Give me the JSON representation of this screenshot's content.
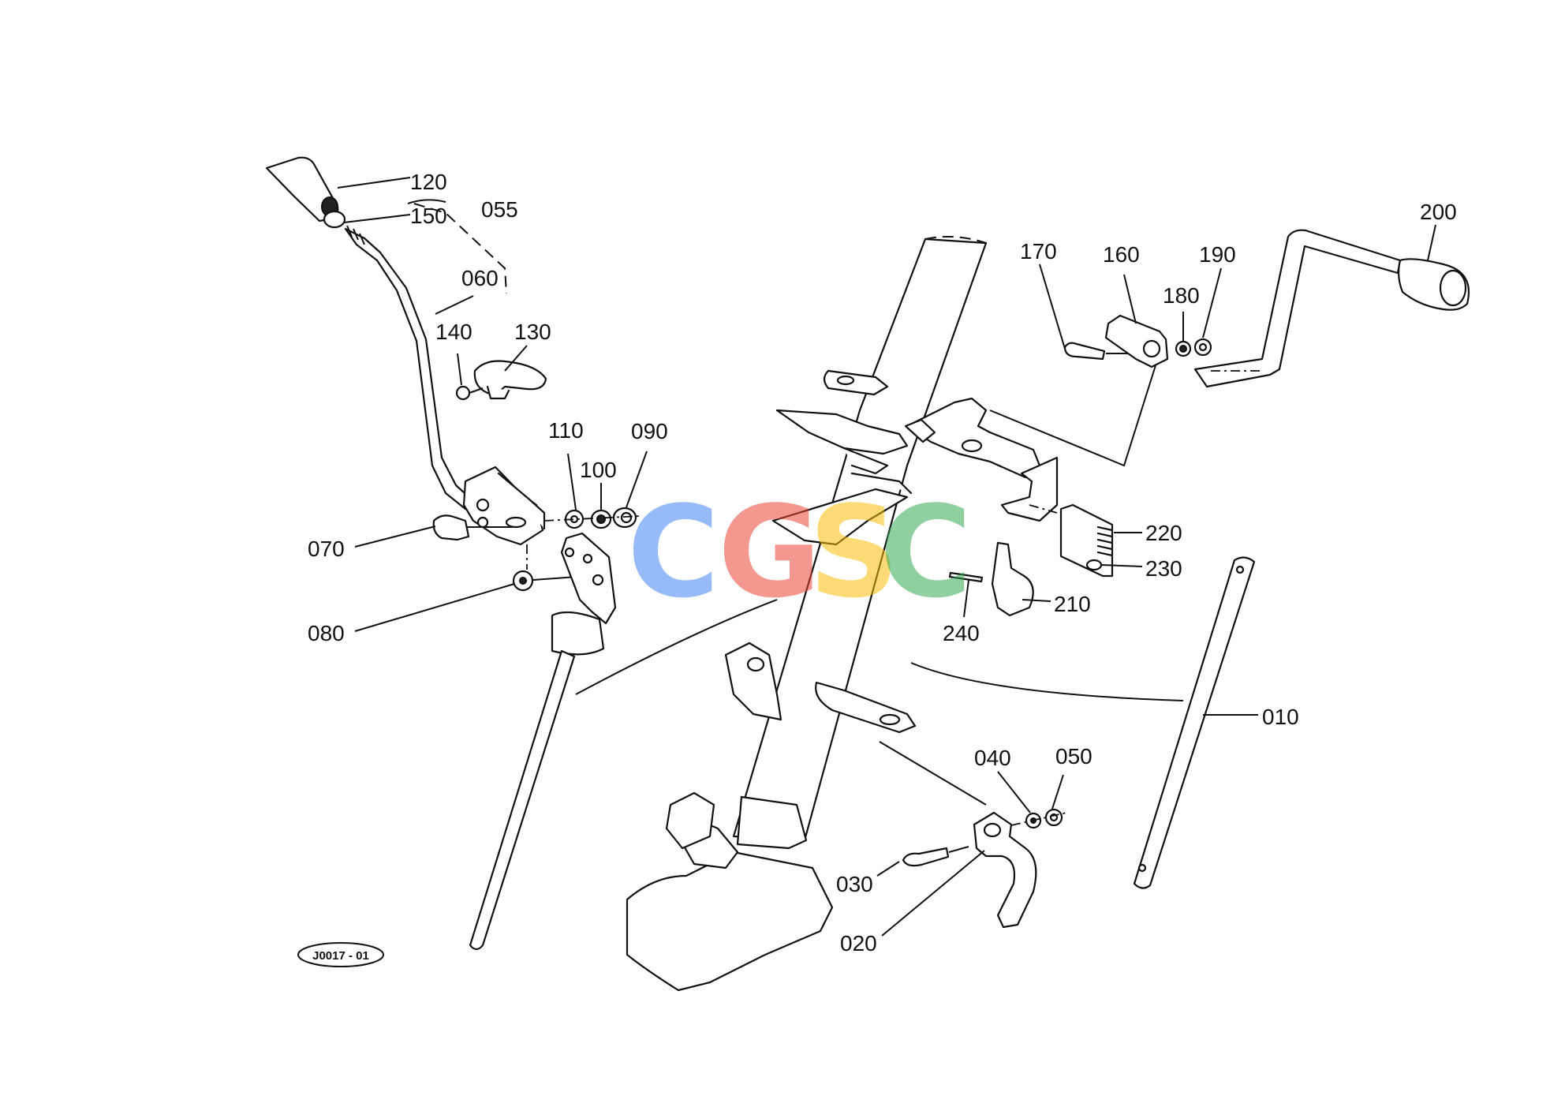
{
  "diagram_code": "J0017 - 01",
  "watermark": {
    "letters": [
      "C",
      "G",
      "S",
      "C"
    ],
    "colors": [
      "#4285F4",
      "#EA4335",
      "#FBBC05",
      "#34A853"
    ]
  },
  "part_labels": {
    "p120": "120",
    "p150": "150",
    "p055": "055",
    "p060": "060",
    "p140": "140",
    "p130": "130",
    "p110": "110",
    "p100": "100",
    "p090": "090",
    "p070": "070",
    "p080": "080",
    "p170": "170",
    "p160": "160",
    "p190": "190",
    "p180": "180",
    "p200": "200",
    "p220": "220",
    "p230": "230",
    "p210": "210",
    "p240": "240",
    "p010": "010",
    "p040": "040",
    "p050": "050",
    "p030": "030",
    "p020": "020"
  }
}
